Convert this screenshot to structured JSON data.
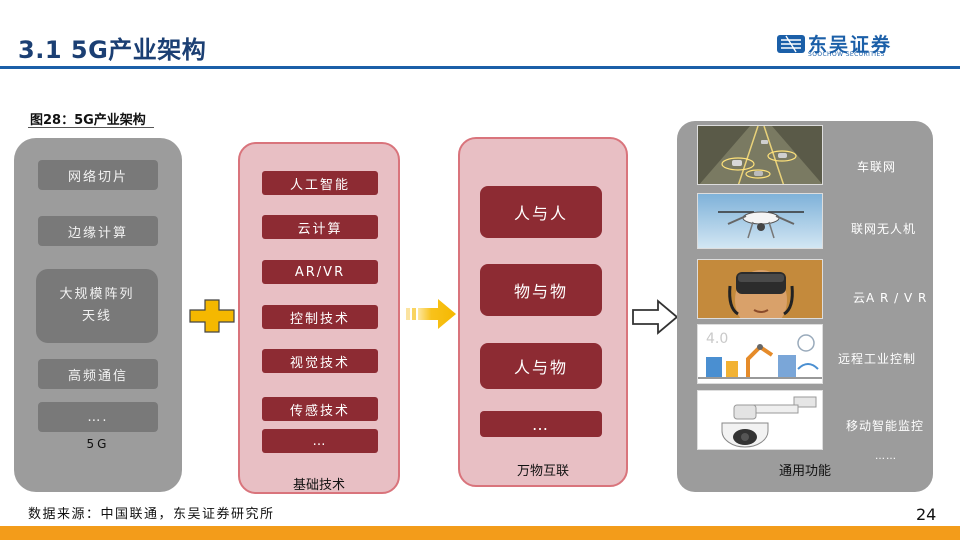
{
  "header": {
    "title": "3.1 5G产业架构",
    "logo_cn": "东吴证券",
    "logo_en": "SOOCHOW SECURITIES",
    "brand_color": "#1b5fa8"
  },
  "figure": {
    "caption": "图28：5G产业架构",
    "panel_5g": {
      "items": [
        "网络切片",
        "边缘计算",
        "大规模阵列天线",
        "高频通信",
        "…."
      ],
      "label": "5G"
    },
    "panel_base": {
      "items": [
        "人工智能",
        "云计算",
        "AR/VR",
        "控制技术",
        "视觉技术",
        "传感技术",
        "…"
      ],
      "label": "基础技术"
    },
    "panel_iot": {
      "items": [
        "人与人",
        "物与物",
        "人与物",
        "…"
      ],
      "label": "万物互联"
    },
    "panel_func": {
      "apps": [
        {
          "label": "车联网",
          "image": "connected-cars-image"
        },
        {
          "label": "联网无人机",
          "image": "drone-image"
        },
        {
          "label": "云A R / V R",
          "image": "vr-headset-image"
        },
        {
          "label": "远程工业控制",
          "image": "industrial-robot-image"
        },
        {
          "label": "移动智能监控",
          "image": "security-camera-image"
        }
      ],
      "more": "……",
      "label": "通用功能"
    },
    "colors": {
      "gray_panel": "#9c9c9c",
      "gray_item": "#797979",
      "pink_panel": "#e8bfc4",
      "red_item": "#8d2b33",
      "plus_color": "#f5b800",
      "arrow_color": "#f5b800"
    }
  },
  "footer": {
    "source": "数据来源：中国联通，东吴证券研究所",
    "page_number": "24",
    "accent": "#f39c1a"
  }
}
